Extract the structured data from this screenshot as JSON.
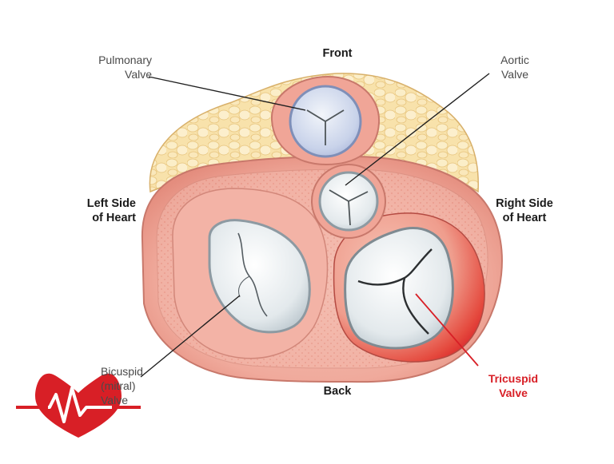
{
  "labels": {
    "front": "Front",
    "back": "Back",
    "left_side": "Left Side\nof Heart",
    "right_side": "Right Side\nof Heart",
    "pulmonary_valve": "Pulmonary\nValve",
    "aortic_valve": "Aortic\nValve",
    "bicuspid_valve": "Bicuspid\n(mitral)\nValve",
    "tricuspid_valve": "Tricuspid\nValve"
  },
  "colors": {
    "fat": "#f7dfa6",
    "muscle": "#f2b3a8",
    "muscle_dark": "#e27f73",
    "valve": "#dfe6ea",
    "tricuspid_accent": "#d81f26",
    "logo": "#d81f26"
  },
  "icons": {
    "logo": "heart-pulse-icon"
  }
}
